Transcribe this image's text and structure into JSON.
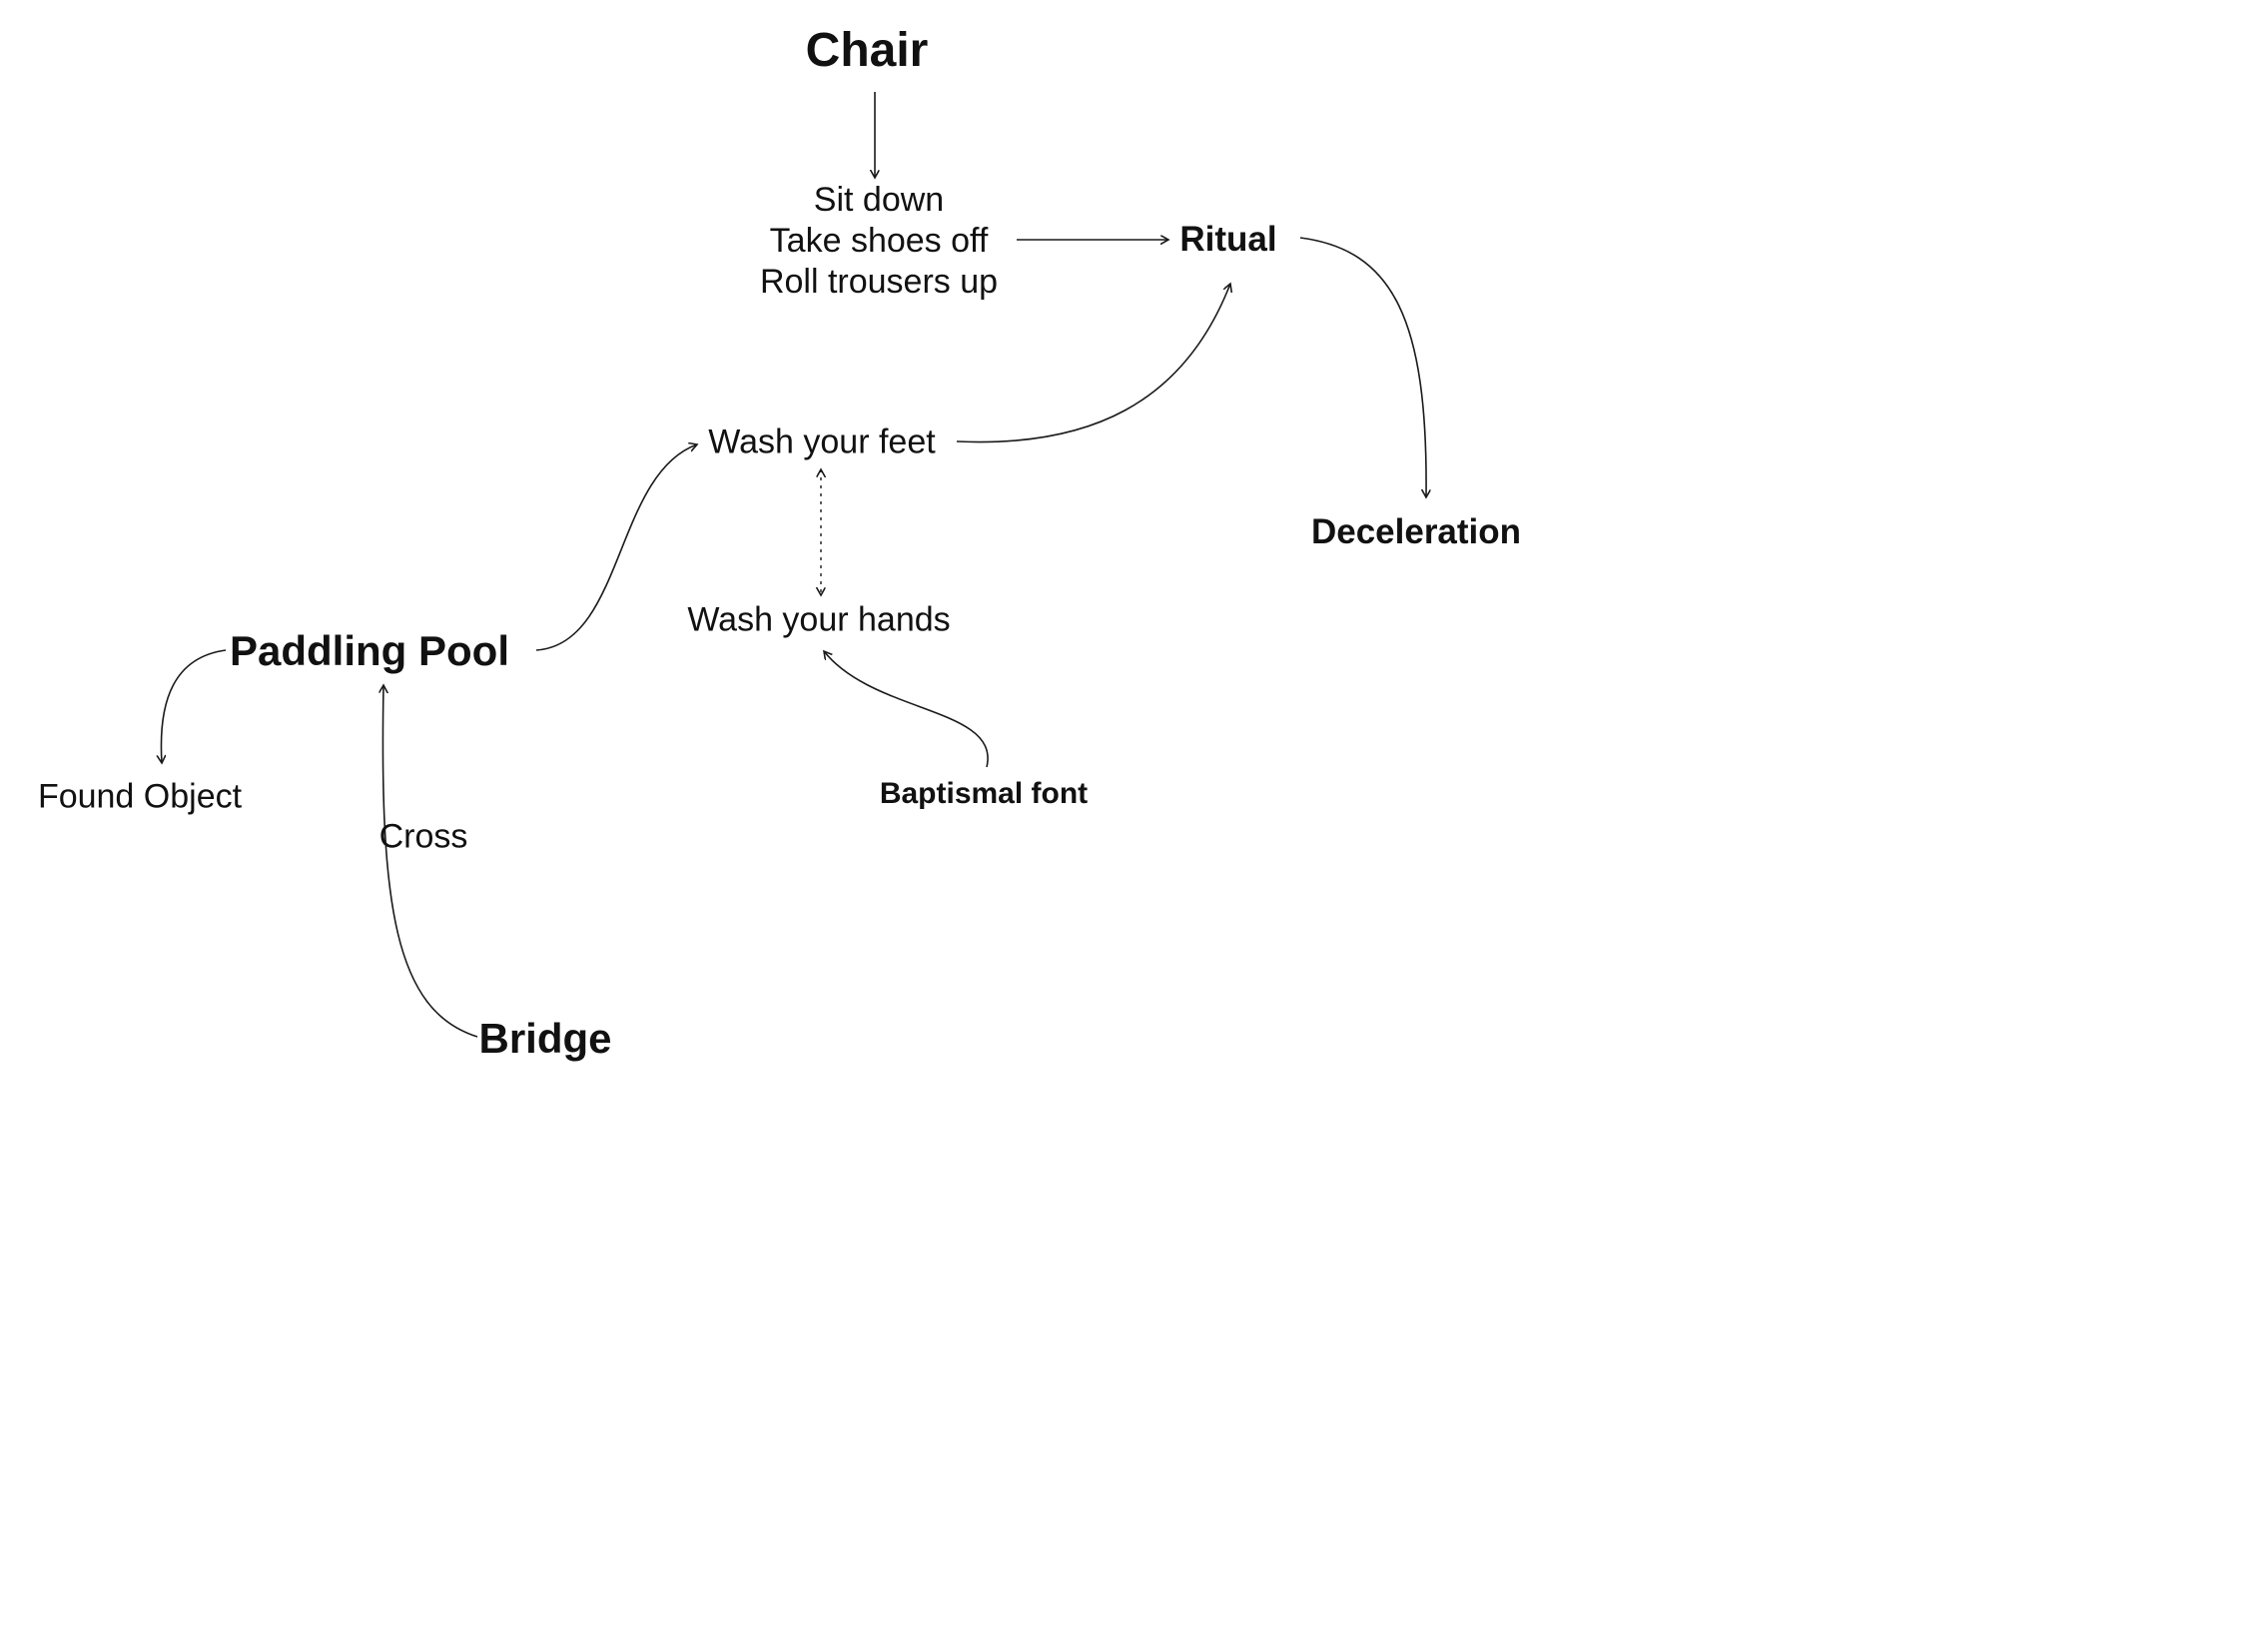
{
  "diagram": {
    "type": "mind-map",
    "background_color": "#ffffff",
    "line_color": "#1a1a1a",
    "text_color": "#111111",
    "nodes": {
      "chair": {
        "label": "Chair",
        "emphasis": "bold"
      },
      "actions": {
        "lines": [
          "Sit down",
          "Take shoes off",
          "Roll trousers up"
        ],
        "emphasis": "regular"
      },
      "ritual": {
        "label": "Ritual",
        "emphasis": "bold"
      },
      "deceleration": {
        "label": "Deceleration",
        "emphasis": "bold"
      },
      "wash_feet": {
        "label": "Wash your feet",
        "emphasis": "regular"
      },
      "wash_hands": {
        "label": "Wash your hands",
        "emphasis": "regular"
      },
      "paddling_pool": {
        "label": "Paddling Pool",
        "emphasis": "bold"
      },
      "found_object": {
        "label": "Found Object",
        "emphasis": "regular"
      },
      "cross": {
        "label": "Cross",
        "emphasis": "regular"
      },
      "bridge": {
        "label": "Bridge",
        "emphasis": "bold"
      },
      "baptismal_font": {
        "label": "Baptismal font",
        "emphasis": "bold"
      }
    },
    "edges": [
      {
        "from": "chair",
        "to": "actions",
        "style": "solid",
        "arrow": "end"
      },
      {
        "from": "actions",
        "to": "ritual",
        "style": "solid",
        "arrow": "end"
      },
      {
        "from": "ritual",
        "to": "deceleration",
        "style": "solid",
        "arrow": "end"
      },
      {
        "from": "wash_feet",
        "to": "ritual",
        "style": "solid",
        "arrow": "end"
      },
      {
        "from": "wash_feet",
        "to": "wash_hands",
        "style": "dashed",
        "arrow": "both"
      },
      {
        "from": "paddling_pool",
        "to": "wash_feet",
        "style": "solid",
        "arrow": "end"
      },
      {
        "from": "paddling_pool",
        "to": "found_object",
        "style": "solid",
        "arrow": "end"
      },
      {
        "from": "bridge",
        "to": "paddling_pool",
        "style": "solid",
        "arrow": "end",
        "label": "Cross"
      },
      {
        "from": "baptismal_font",
        "to": "wash_hands",
        "style": "solid",
        "arrow": "end"
      }
    ]
  }
}
